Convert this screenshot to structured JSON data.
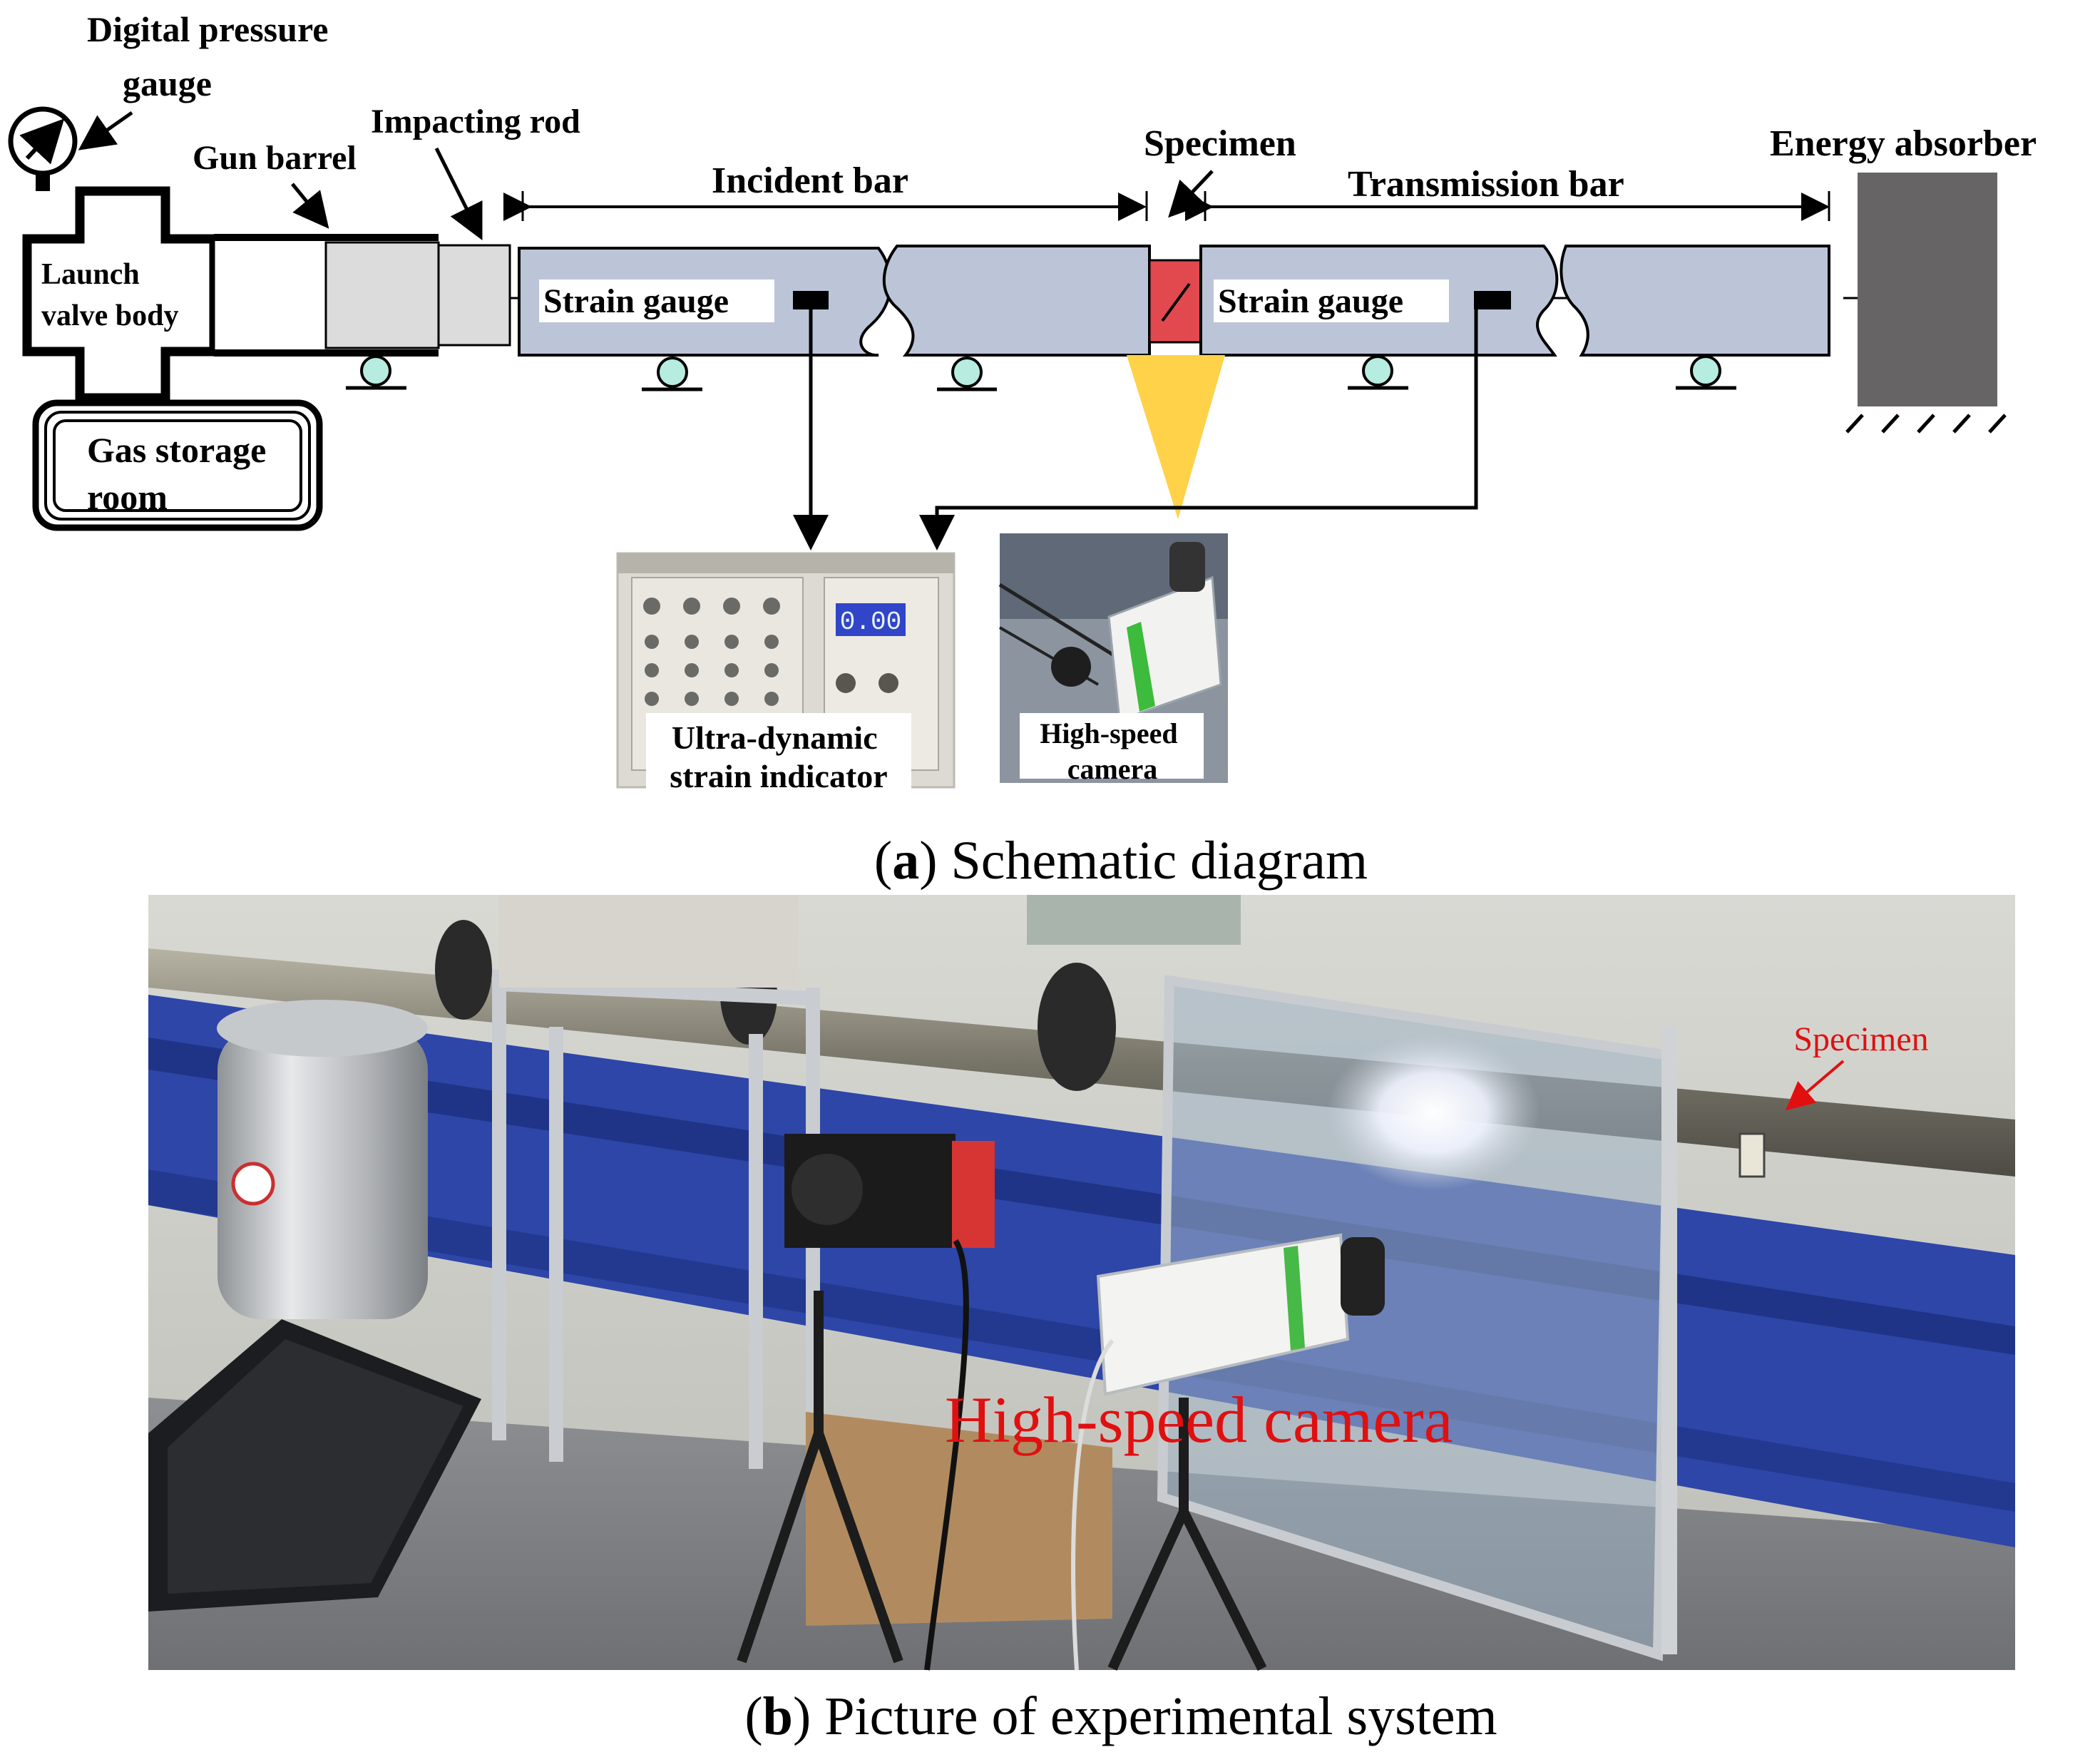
{
  "schematic": {
    "pressure_gauge": "Digital pressure gauge",
    "pressure_gauge_line1": "Digital pressure",
    "pressure_gauge_line2": "gauge",
    "gun_barrel": "Gun barrel",
    "impacting_rod": "Impacting rod",
    "incident_bar": "Incident bar",
    "specimen": "Specimen",
    "transmission_bar": "Transmission bar",
    "energy_absorber": "Energy absorber",
    "launch_valve_line1": "Launch",
    "launch_valve_line2": "valve body",
    "strain_gauge_left": "Strain gauge",
    "strain_gauge_right": "Strain gauge",
    "gas_storage_line1": "Gas storage",
    "gas_storage_line2": "room",
    "strain_indicator_line1": "Ultra-dynamic",
    "strain_indicator_line2": "strain indicator",
    "display_reading": "0.00",
    "camera_line1": "High-speed",
    "camera_line2": "camera"
  },
  "captions": {
    "a_letter": "a",
    "a_text": "Schematic diagram",
    "b_letter": "b",
    "b_text": "Picture of experimental system"
  },
  "photo": {
    "specimen_label": "Specimen",
    "camera_label": "High-speed camera"
  },
  "colors": {
    "bar_fill": "#bcc5d8",
    "specimen_fill": "#e2494f",
    "support_fill": "#b7ece0",
    "cone_fill": "#ffd24a",
    "absorber_fill": "#666464",
    "photo_label_red": "#e01010"
  }
}
